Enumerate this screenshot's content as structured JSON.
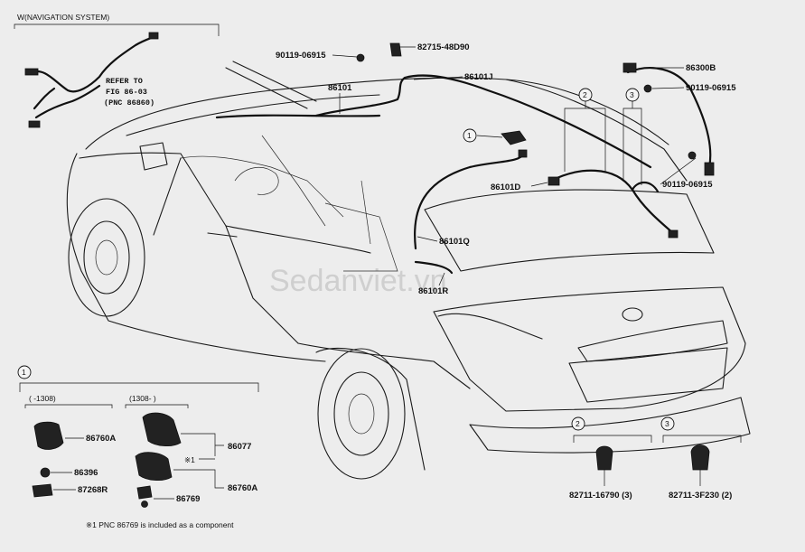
{
  "nav_section": {
    "title": "W(NAVIGATION SYSTEM)",
    "refer_lines": [
      "REFER TO",
      "FIG 86-03",
      "(PNC 86860)"
    ]
  },
  "callouts": {
    "p90119_a": "90119-06915",
    "p82715": "82715-48D90",
    "p86101J": "86101J",
    "p86101": "86101",
    "p86300B": "86300B",
    "p90119_b": "90119-06915",
    "p90119_c": "90119-06915",
    "p86101D": "86101D",
    "p86101Q": "86101Q",
    "p86101R": "86101R"
  },
  "markers": {
    "m1": "1",
    "m2": "2",
    "m3": "3"
  },
  "watermark": "Sedanviet.vn",
  "detail1": {
    "marker": "1",
    "col_a": "(   -1308)",
    "col_b": "(1308-   )",
    "parts_a": [
      "86760A",
      "86396",
      "87268R"
    ],
    "parts_b": [
      "86077",
      "86760A",
      "86769"
    ],
    "note_mark": "※1",
    "footnote": "※1 PNC 86769 is included as a component"
  },
  "detail2": {
    "marker": "2",
    "part": "82711-16790 (3)"
  },
  "detail3": {
    "marker": "3",
    "part": "82711-3F230 (2)"
  }
}
